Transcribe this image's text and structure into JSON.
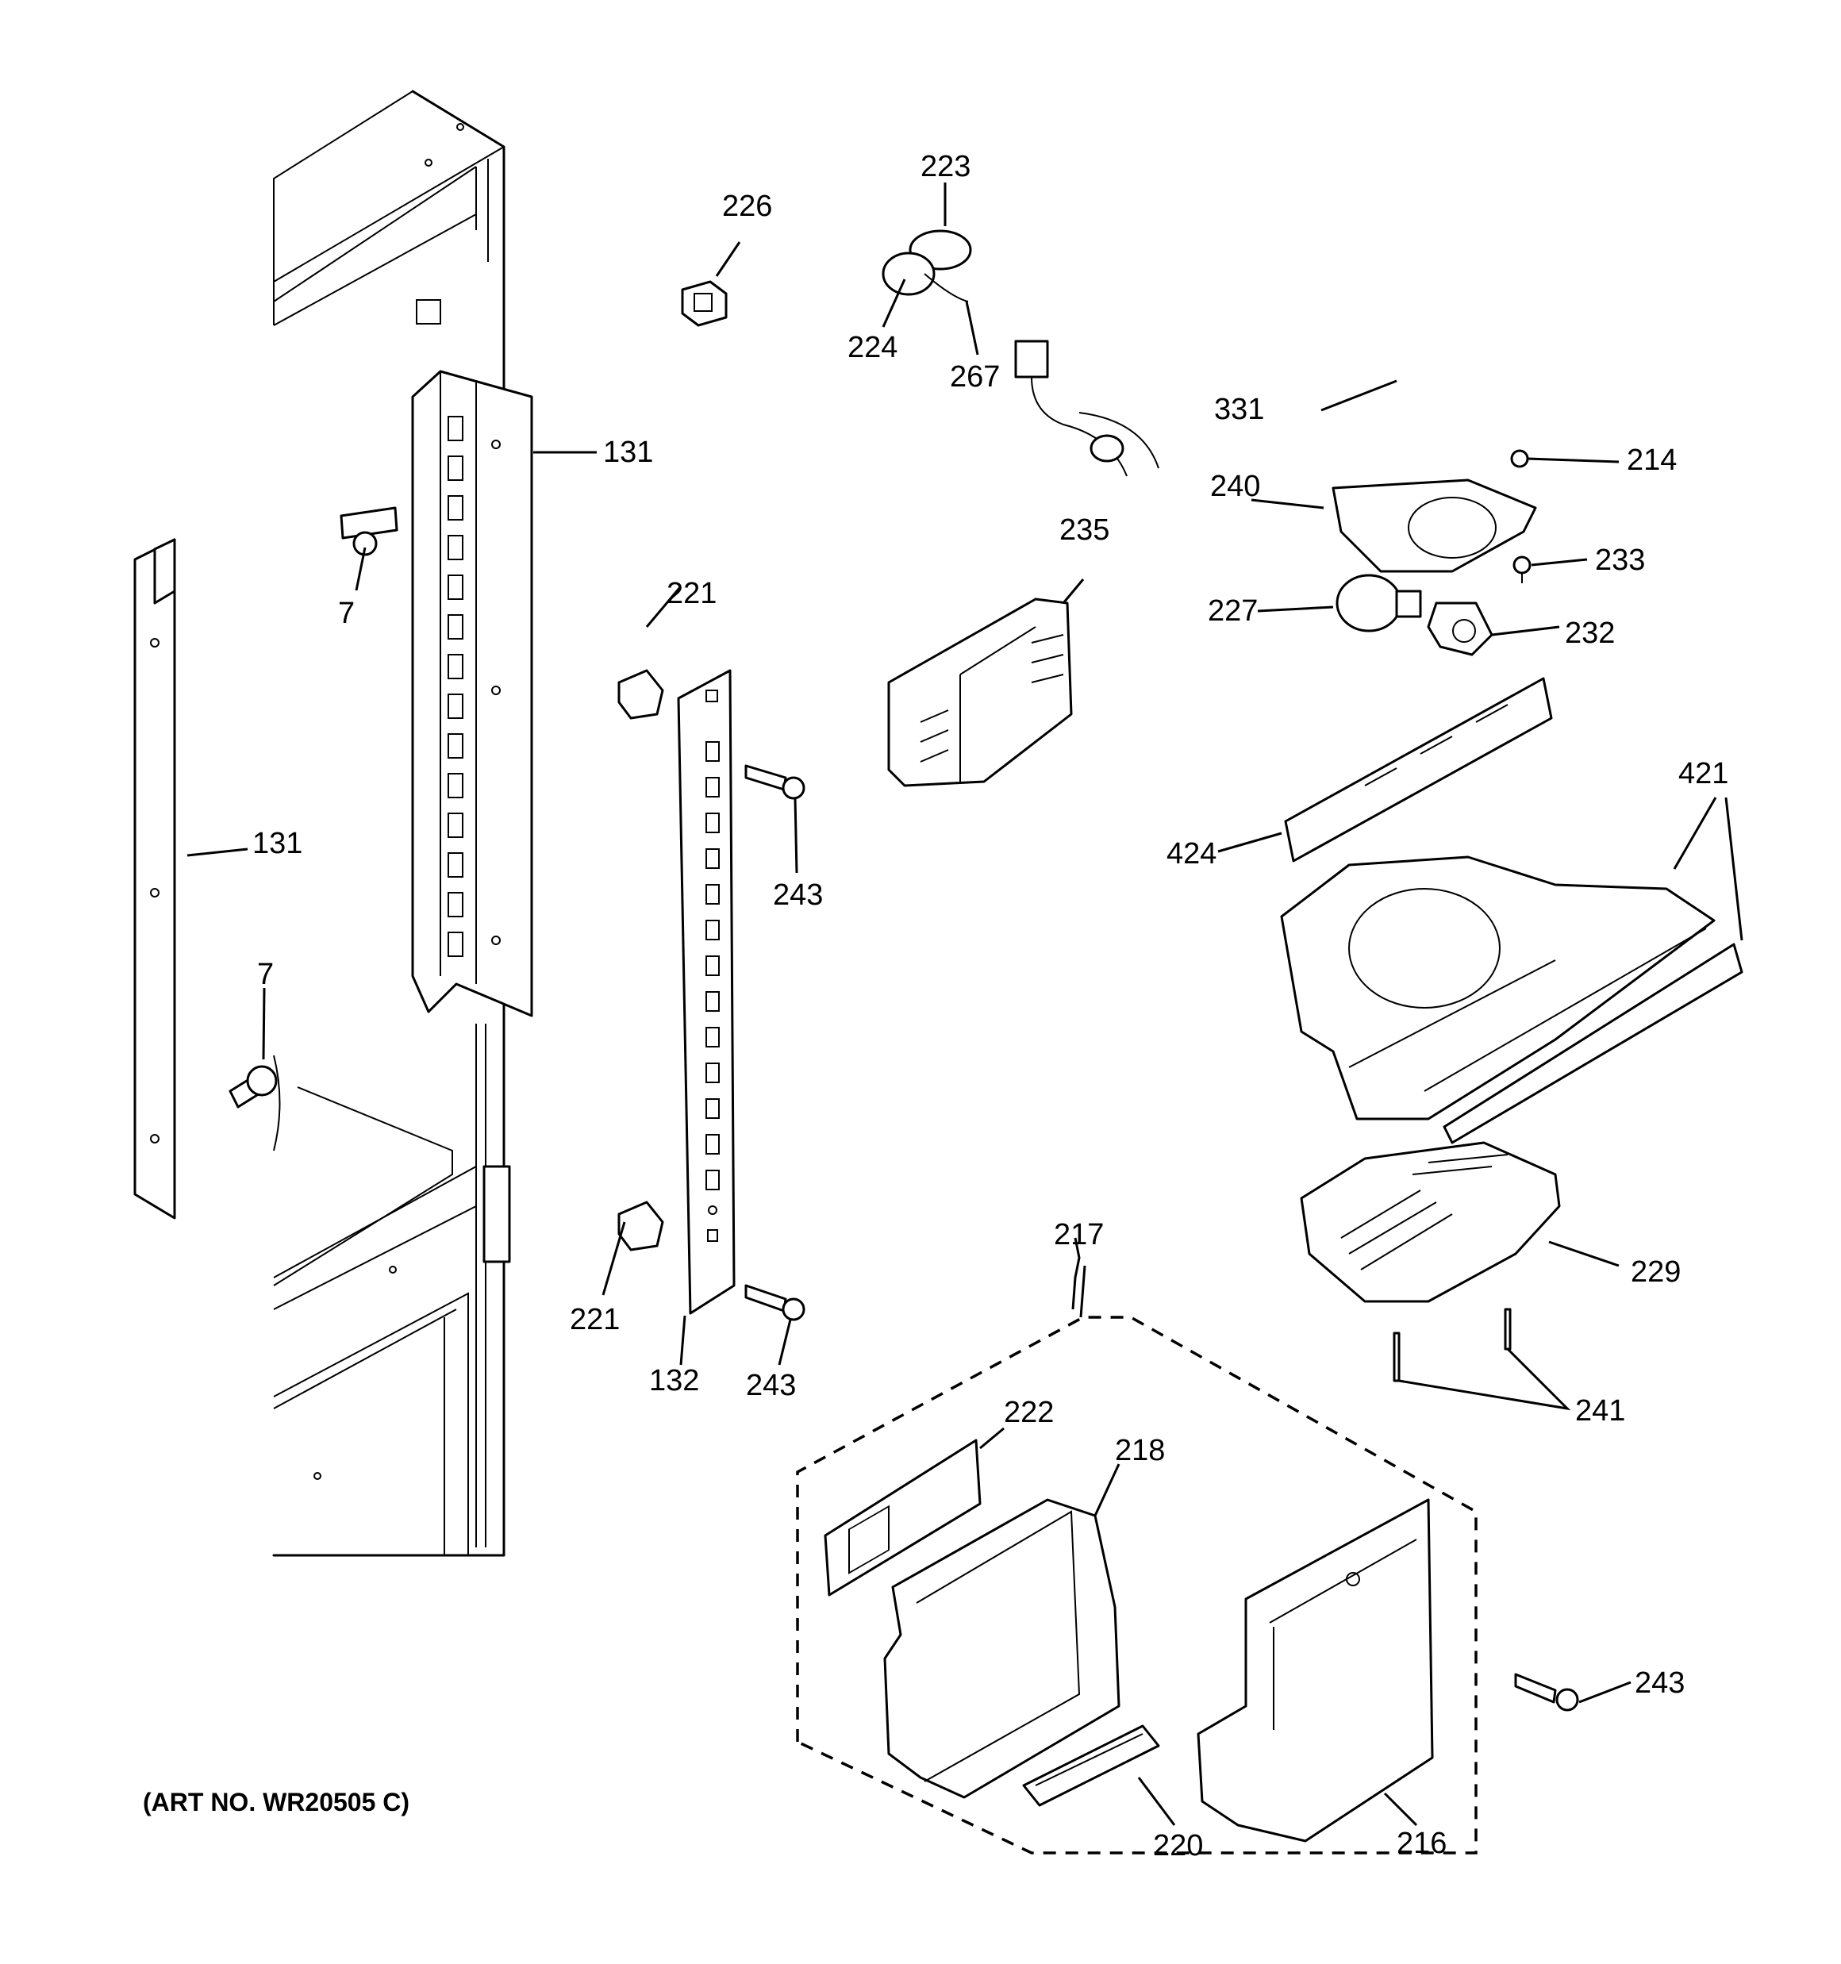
{
  "art_number": "(ART NO. WR20505 C)",
  "callouts": {
    "c7a": "7",
    "c7b": "7",
    "c131a": "131",
    "c131b": "131",
    "c132": "132",
    "c214": "214",
    "c216": "216",
    "c217": "217",
    "c218": "218",
    "c220": "220",
    "c221a": "221",
    "c221b": "221",
    "c222": "222",
    "c223": "223",
    "c224": "224",
    "c226": "226",
    "c227": "227",
    "c229": "229",
    "c232": "232",
    "c233": "233",
    "c235": "235",
    "c240": "240",
    "c241": "241",
    "c243a": "243",
    "c243b": "243",
    "c243c": "243",
    "c267": "267",
    "c331": "331",
    "c421": "421",
    "c424": "424"
  }
}
